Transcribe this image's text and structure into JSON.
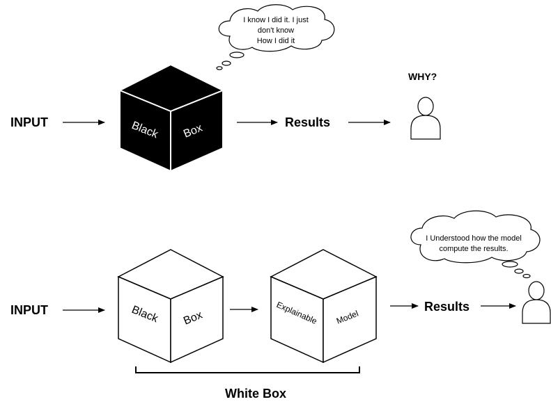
{
  "top": {
    "input_label": "INPUT",
    "cube_left_face": "Black",
    "cube_right_face": "Box",
    "results_label": "Results",
    "why_label": "WHY?",
    "thought_lines": [
      "I know I did it. I just",
      "don't know",
      "How I did it"
    ]
  },
  "bottom": {
    "input_label": "INPUT",
    "cube1_left_face": "Black",
    "cube1_right_face": "Box",
    "cube2_left_face": "Explainable",
    "cube2_right_face": "Model",
    "results_label": "Results",
    "thought_lines": [
      "I Understood how the model",
      "compute the results."
    ],
    "bracket_label": "White Box"
  },
  "colors": {
    "black_box": "#000000",
    "white_box": "#ffffff",
    "stroke": "#000000"
  },
  "icons": {
    "person": "person-icon",
    "thought": "thought-cloud-icon"
  }
}
